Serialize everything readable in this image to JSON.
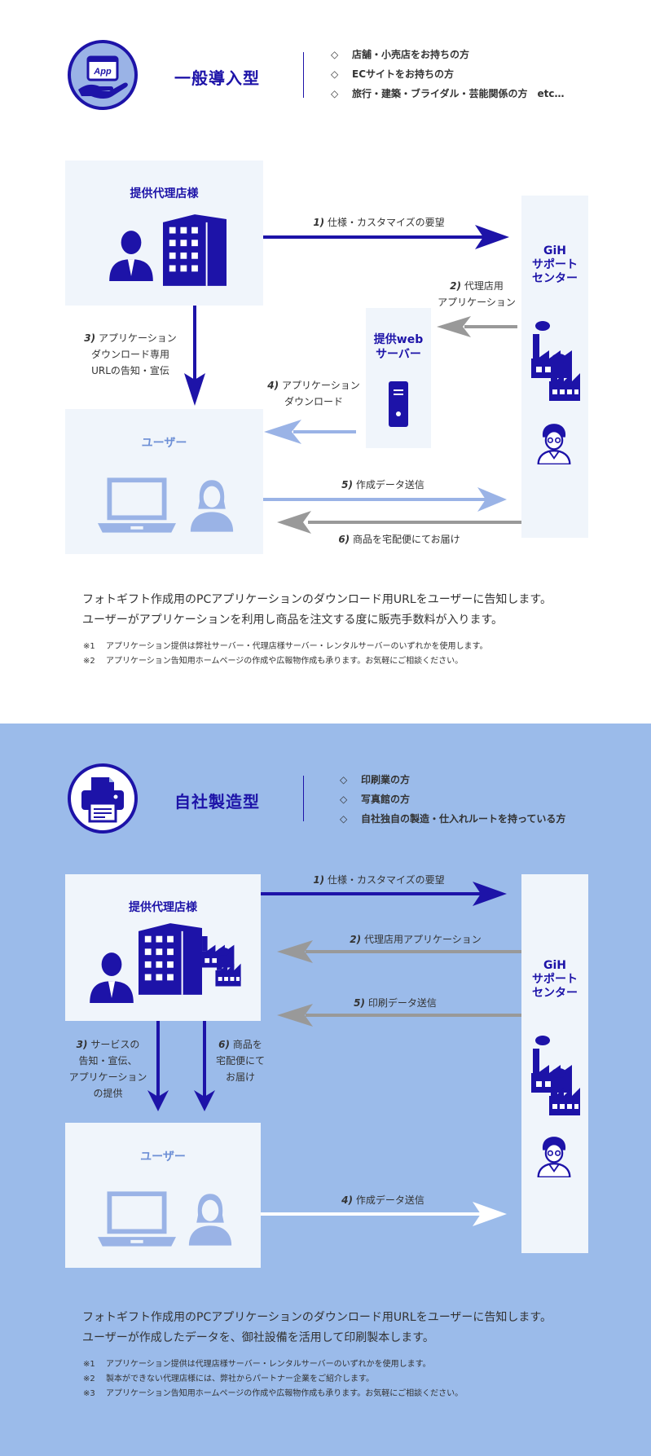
{
  "section1": {
    "icon": "app-hand-icon",
    "icon_label": "App",
    "title": "一般導入型",
    "bullets": [
      "店舗・小売店をお持ちの方",
      "ECサイトをお持ちの方",
      "旅行・建築・ブライダル・芸能関係の方　etc…"
    ],
    "agency_title": "提供代理店様",
    "server_title": "提供web\nサーバー",
    "user_title": "ユーザー",
    "gih_title": "GiH\nサポート\nセンター",
    "flows": {
      "f1": {
        "num": "1)",
        "text": "仕様・カスタマイズの要望"
      },
      "f2": {
        "num": "2)",
        "text": "代理店用\nアプリケーション"
      },
      "f3": {
        "num": "3)",
        "text": "アプリケーション\nダウンロード専用\nURLの告知・宣伝"
      },
      "f4": {
        "num": "4)",
        "text": "アプリケーション\nダウンロード"
      },
      "f5": {
        "num": "5)",
        "text": "作成データ送信"
      },
      "f6": {
        "num": "6)",
        "text": "商品を宅配便にてお届け"
      }
    },
    "desc": [
      "フォトギフト作成用のPCアプリケーションのダウンロード用URLをユーザーに告知します。",
      "ユーザーがアプリケーションを利用し商品を注文する度に販売手数料が入ります。"
    ],
    "notes": [
      {
        "mark": "※1",
        "text": "アプリケーション提供は弊社サーバー・代理店様サーバー・レンタルサーバーのいずれかを使用します。"
      },
      {
        "mark": "※2",
        "text": "アプリケーション告知用ホームページの作成や広報物作成も承ります。お気軽にご相談ください。"
      }
    ]
  },
  "section2": {
    "icon": "printer-icon",
    "title": "自社製造型",
    "bullets": [
      "印刷業の方",
      "写真館の方",
      "自社独自の製造・仕入れルートを持っている方"
    ],
    "agency_title": "提供代理店様",
    "user_title": "ユーザー",
    "gih_title": "GiH\nサポート\nセンター",
    "flows": {
      "f1": {
        "num": "1)",
        "text": "仕様・カスタマイズの要望"
      },
      "f2": {
        "num": "2)",
        "text": "代理店用アプリケーション"
      },
      "f3": {
        "num": "3)",
        "text": "サービスの\n告知・宣伝、\nアプリケーション\nの提供"
      },
      "f4": {
        "num": "4)",
        "text": "作成データ送信"
      },
      "f5": {
        "num": "5)",
        "text": "印刷データ送信"
      },
      "f6": {
        "num": "6)",
        "text": "商品を\n宅配便にて\nお届け"
      }
    },
    "desc": [
      "フォトギフト作成用のPCアプリケーションのダウンロード用URLをユーザーに告知します。",
      "ユーザーが作成したデータを、御社設備を活用して印刷製本します。"
    ],
    "notes": [
      {
        "mark": "※1",
        "text": "アプリケーション提供は代理店様サーバー・レンタルサーバーのいずれかを使用します。"
      },
      {
        "mark": "※2",
        "text": "製本ができない代理店様には、弊社からパートナー企業をご紹介します。"
      },
      {
        "mark": "※3",
        "text": "アプリケーション告知用ホームページの作成や広報物作成も承ります。お気軽にご相談ください。"
      }
    ]
  },
  "colors": {
    "navy": "#1d13a8",
    "lightblue": "#9ab3e6",
    "gray": "#999999",
    "bg_box": "#f0f5fb",
    "section2_bg": "#9bbbea"
  }
}
